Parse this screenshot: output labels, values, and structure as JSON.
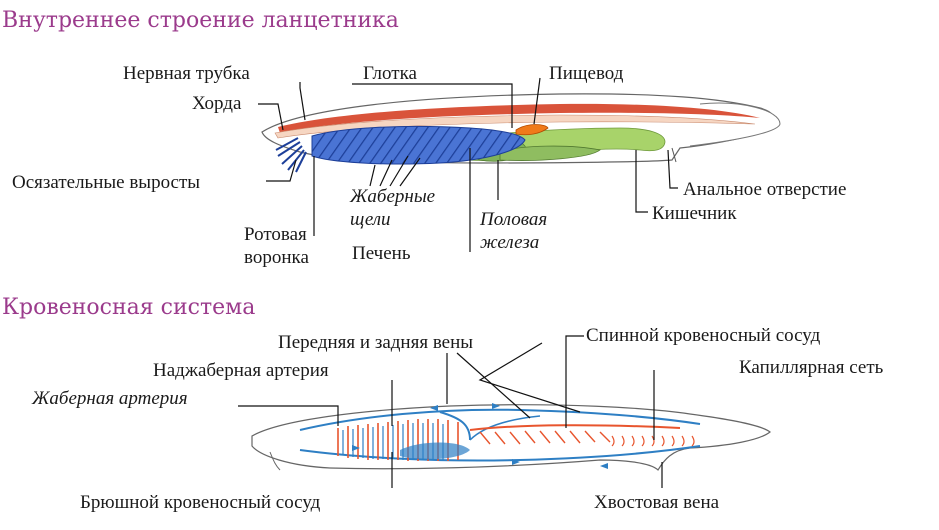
{
  "anatomy": {
    "title": "Внутреннее строение ланцетника",
    "labels": {
      "nerve_tube": "Нервная трубка",
      "pharynx": "Глотка",
      "esophagus": "Пищевод",
      "chord": "Хорда",
      "tentacles": "Осязательные выросты",
      "gill_slits_1": "Жаберные",
      "gill_slits_2": "щели",
      "mouth_funnel_1": "Ротовая",
      "mouth_funnel_2": "воронка",
      "liver": "Печень",
      "gonad_1": "Половая",
      "gonad_2": "железа",
      "anus": "Анальное отверстие",
      "intestine": "Кишечник"
    }
  },
  "circulation": {
    "title": "Кровеносная система",
    "labels": {
      "front_back_veins": "Передняя и задняя вены",
      "dorsal_vessel": "Спинной кровеносный сосуд",
      "epibranchial_artery": "Наджаберная артерия",
      "capillary_net": "Капиллярная сеть",
      "branchial_artery": "Жаберная артерия",
      "ventral_vessel": "Брюшной кровеносный сосуд",
      "tail_vein": "Хвостовая вена"
    }
  },
  "colors": {
    "heading": "#9b3b8c",
    "nerve": "#d9533a",
    "pharynx": "#3f68c8",
    "gut": "#a8d36a",
    "liver": "#7fb25a",
    "esophagus": "#f07a1a",
    "artery": "#e8552e",
    "vein": "#2e7fc4"
  }
}
